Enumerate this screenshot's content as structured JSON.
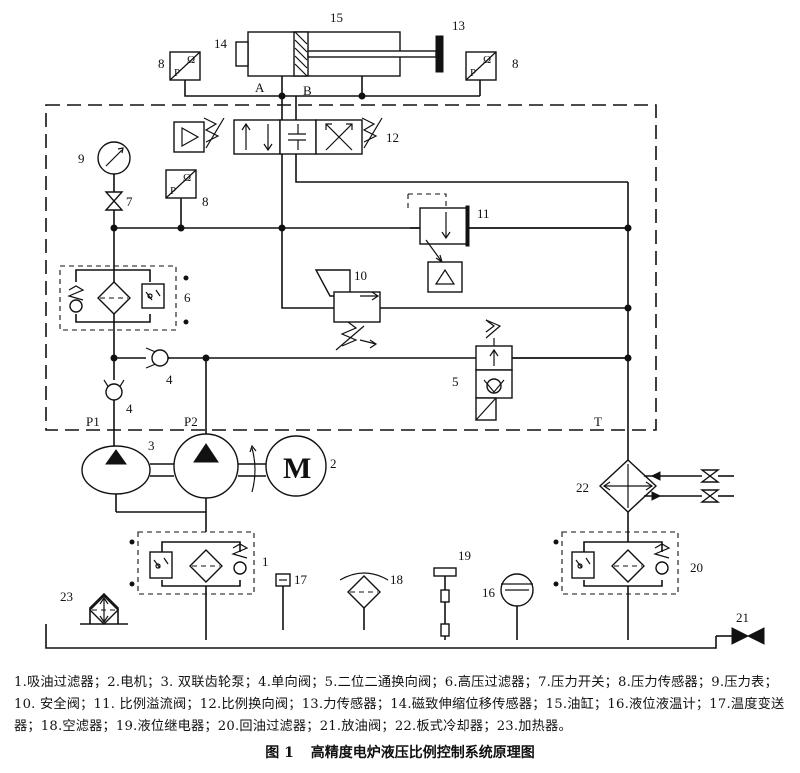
{
  "labels": {
    "n1": "1",
    "n2": "2",
    "n3": "3",
    "n4a": "4",
    "n4b": "4",
    "n5": "5",
    "n6": "6",
    "n7": "7",
    "n8a": "8",
    "n8b": "8",
    "n8c": "8",
    "n9": "9",
    "n10": "10",
    "n11": "11",
    "n12": "12",
    "n13": "13",
    "n14": "14",
    "n15": "15",
    "n16": "16",
    "n17": "17",
    "n18": "18",
    "n19": "19",
    "n20": "20",
    "n21": "21",
    "n22": "22",
    "n23": "23",
    "port_a": "A",
    "port_b": "B",
    "p1": "P1",
    "p2": "P2",
    "t": "T",
    "motor": "M",
    "sensor_p": "P",
    "sensor_omega": "Ω"
  },
  "legend": {
    "line1": "1.吸油过滤器；2.电机；3. 双联齿轮泵；4.单向阀；5.二位二通换向阀；6.高压过滤器；7.压力开关；8.压力传感器；9.压力表；",
    "line2": "10. 安全阀；11. 比例溢流阀；12.比例换向阀；13.力传感器；14.磁致伸缩位移传感器；15.油缸；16.液位液温计；17.温度变送",
    "line3": "器；18.空滤器；19.液位继电器；20.回油过滤器；21.放油阀；22.板式冷却器；23.加热器。"
  },
  "caption": {
    "fig": "图 1",
    "title": "高精度电炉液压比例控制系统原理图"
  }
}
